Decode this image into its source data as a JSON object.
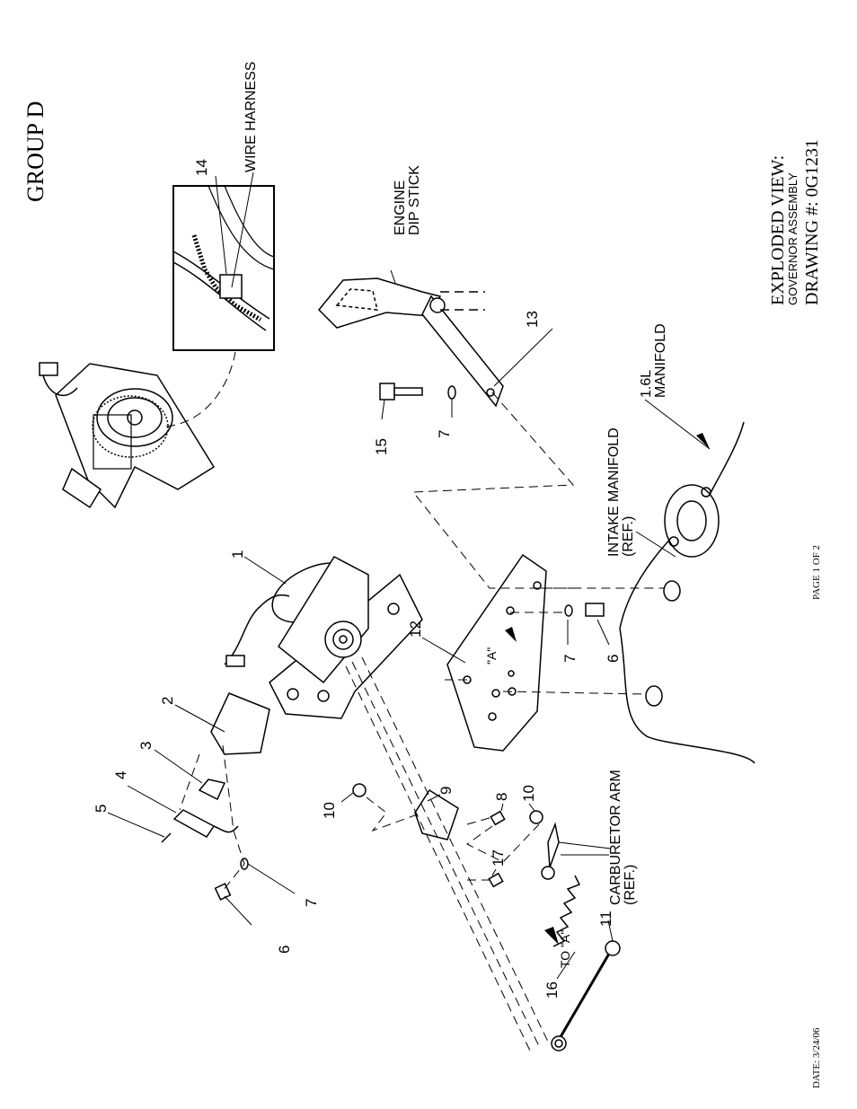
{
  "header": {
    "group": "GROUP D"
  },
  "title_block": {
    "view": "EXPLODED VIEW:",
    "assembly": "GOVERNOR ASSEMBLY",
    "drawing": "DRAWING #: 0G1231"
  },
  "footer": {
    "page": "PAGE 1 OF 2",
    "date": "DATE:  3/24/06"
  },
  "labels": {
    "wire_harness": "WIRE HARNESS",
    "engine": "ENGINE",
    "dip_stick": "DIP STICK",
    "intake_manifold": "INTAKE MANIFOLD",
    "intake_ref": "(REF.)",
    "manifold_16l": "1.6L",
    "manifold": "MANIFOLD",
    "carb_arm": "CARBURETOR ARM",
    "carb_ref": "(REF.)",
    "a_marker": "\"A\"",
    "to_a": "TO \"A\""
  },
  "callouts": [
    "1",
    "2",
    "3",
    "4",
    "5",
    "6",
    "7",
    "8",
    "9",
    "10",
    "11",
    "12",
    "13",
    "14",
    "15",
    "16",
    "17"
  ],
  "callout_instances": {
    "n1": "1",
    "n2": "2",
    "n3": "3",
    "n4": "4",
    "n5": "5",
    "n6a": "6",
    "n6b": "6",
    "n7a": "7",
    "n7b": "7",
    "n7c": "7",
    "n8": "8",
    "n9": "9",
    "n10a": "10",
    "n10b": "10",
    "n11": "11",
    "n12": "12",
    "n13": "13",
    "n14": "14",
    "n15": "15",
    "n16": "16",
    "n17": "17"
  }
}
